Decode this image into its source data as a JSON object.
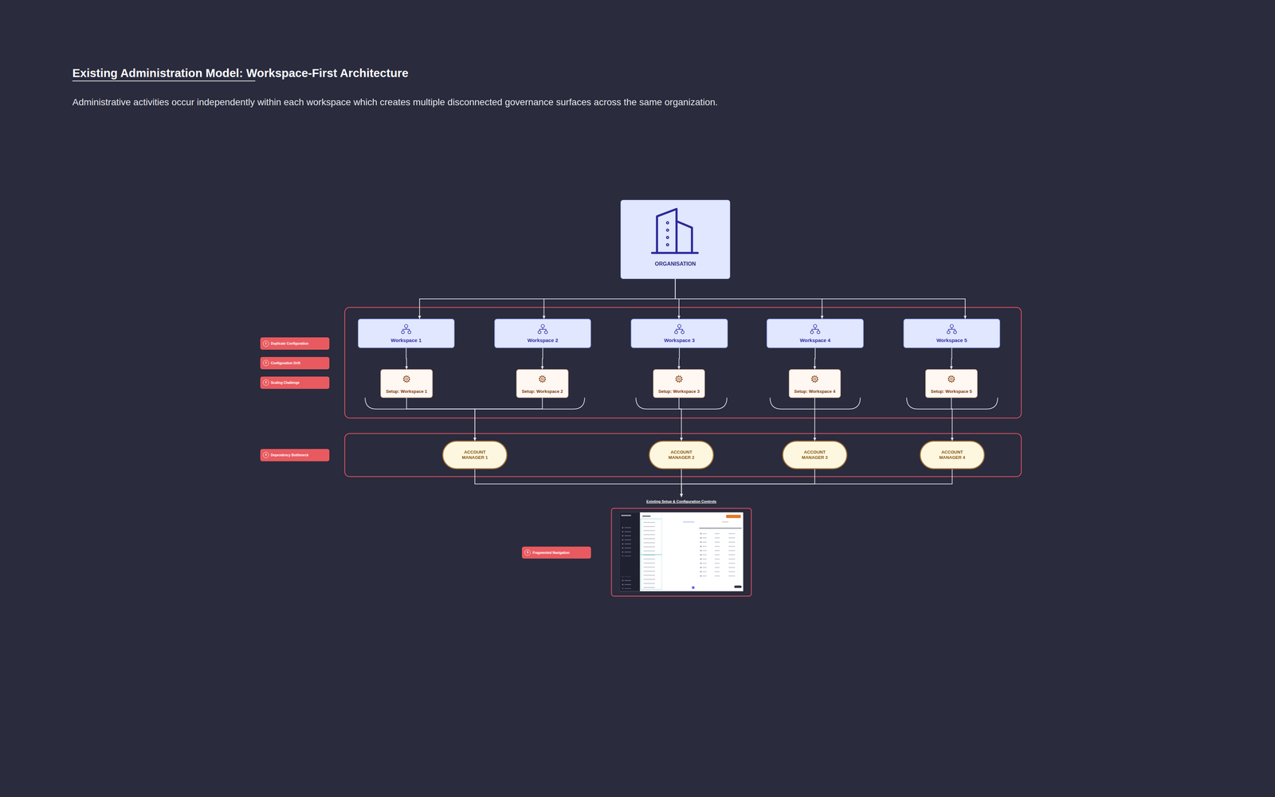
{
  "diagram": {
    "title": "Existing Administration Model: Workspace-First Architecture",
    "caption": "Administrative activities occur independently within each workspace which creates multiple disconnected governance surfaces across the same organization.",
    "nodes": [
      {
        "text": [
          "ORGANISATION"
        ]
      },
      {
        "text": [
          "Workspace 1"
        ]
      },
      {
        "text": [
          "Workspace 2"
        ]
      },
      {
        "text": [
          "Workspace 3"
        ]
      },
      {
        "text": [
          "Workspace 4"
        ]
      },
      {
        "text": [
          "Workspace 5"
        ]
      },
      {
        "text": [
          "Setup: Workspace 1"
        ]
      },
      {
        "text": [
          "Setup: Workspace 2"
        ]
      },
      {
        "text": [
          "Setup: Workspace 3"
        ]
      },
      {
        "text": [
          "Setup: Workspace 4"
        ]
      },
      {
        "text": [
          "Setup: Workspace 5"
        ]
      },
      {
        "text": [
          "ACCOUNT MANAGER 1"
        ]
      },
      {
        "text": [
          "ACCOUNT MANAGER 2"
        ]
      },
      {
        "text": [
          "ACCOUNT MANAGER 3"
        ]
      },
      {
        "text": [
          "ACCOUNT MANAGER 4"
        ]
      },
      {
        "text": [
          "Existing Setup & Configuration Controls"
        ]
      },
      {
        "text": [
          "1",
          "Duplicate Configuration"
        ]
      },
      {
        "text": [
          "2",
          "Configuration Drift"
        ]
      },
      {
        "text": [
          "3",
          "Scaling Challenge"
        ]
      },
      {
        "text": [
          "4",
          "Dependency Bottleneck"
        ]
      },
      {
        "text": [
          "5",
          "Fragmented Navigation"
        ]
      }
    ],
    "edges": [
      {
        "from": 0,
        "to": 1,
        "arrow": "to"
      },
      {
        "from": 0,
        "to": 2,
        "arrow": "to"
      },
      {
        "from": 0,
        "to": 3,
        "arrow": "to"
      },
      {
        "from": 0,
        "to": 4,
        "arrow": "to"
      },
      {
        "from": 0,
        "to": 5,
        "arrow": "to"
      },
      {
        "from": 1,
        "to": 6,
        "arrow": "to"
      },
      {
        "from": 2,
        "to": 7,
        "arrow": "to"
      },
      {
        "from": 3,
        "to": 8,
        "arrow": "to"
      },
      {
        "from": 4,
        "to": 9,
        "arrow": "to"
      },
      {
        "from": 5,
        "to": 10,
        "arrow": "to"
      },
      {
        "from": 6,
        "to": 11,
        "arrow": "to"
      },
      {
        "from": 7,
        "to": 11,
        "arrow": "to"
      },
      {
        "from": 8,
        "to": 12,
        "arrow": "to"
      },
      {
        "from": 9,
        "to": 13,
        "arrow": "to"
      },
      {
        "from": 10,
        "to": 14,
        "arrow": "to"
      },
      {
        "from": 11,
        "to": 15,
        "arrow": "to"
      },
      {
        "from": 12,
        "to": 15,
        "arrow": "to"
      },
      {
        "from": 13,
        "to": 15,
        "arrow": "to"
      },
      {
        "from": 14,
        "to": 15,
        "arrow": "to"
      }
    ]
  }
}
